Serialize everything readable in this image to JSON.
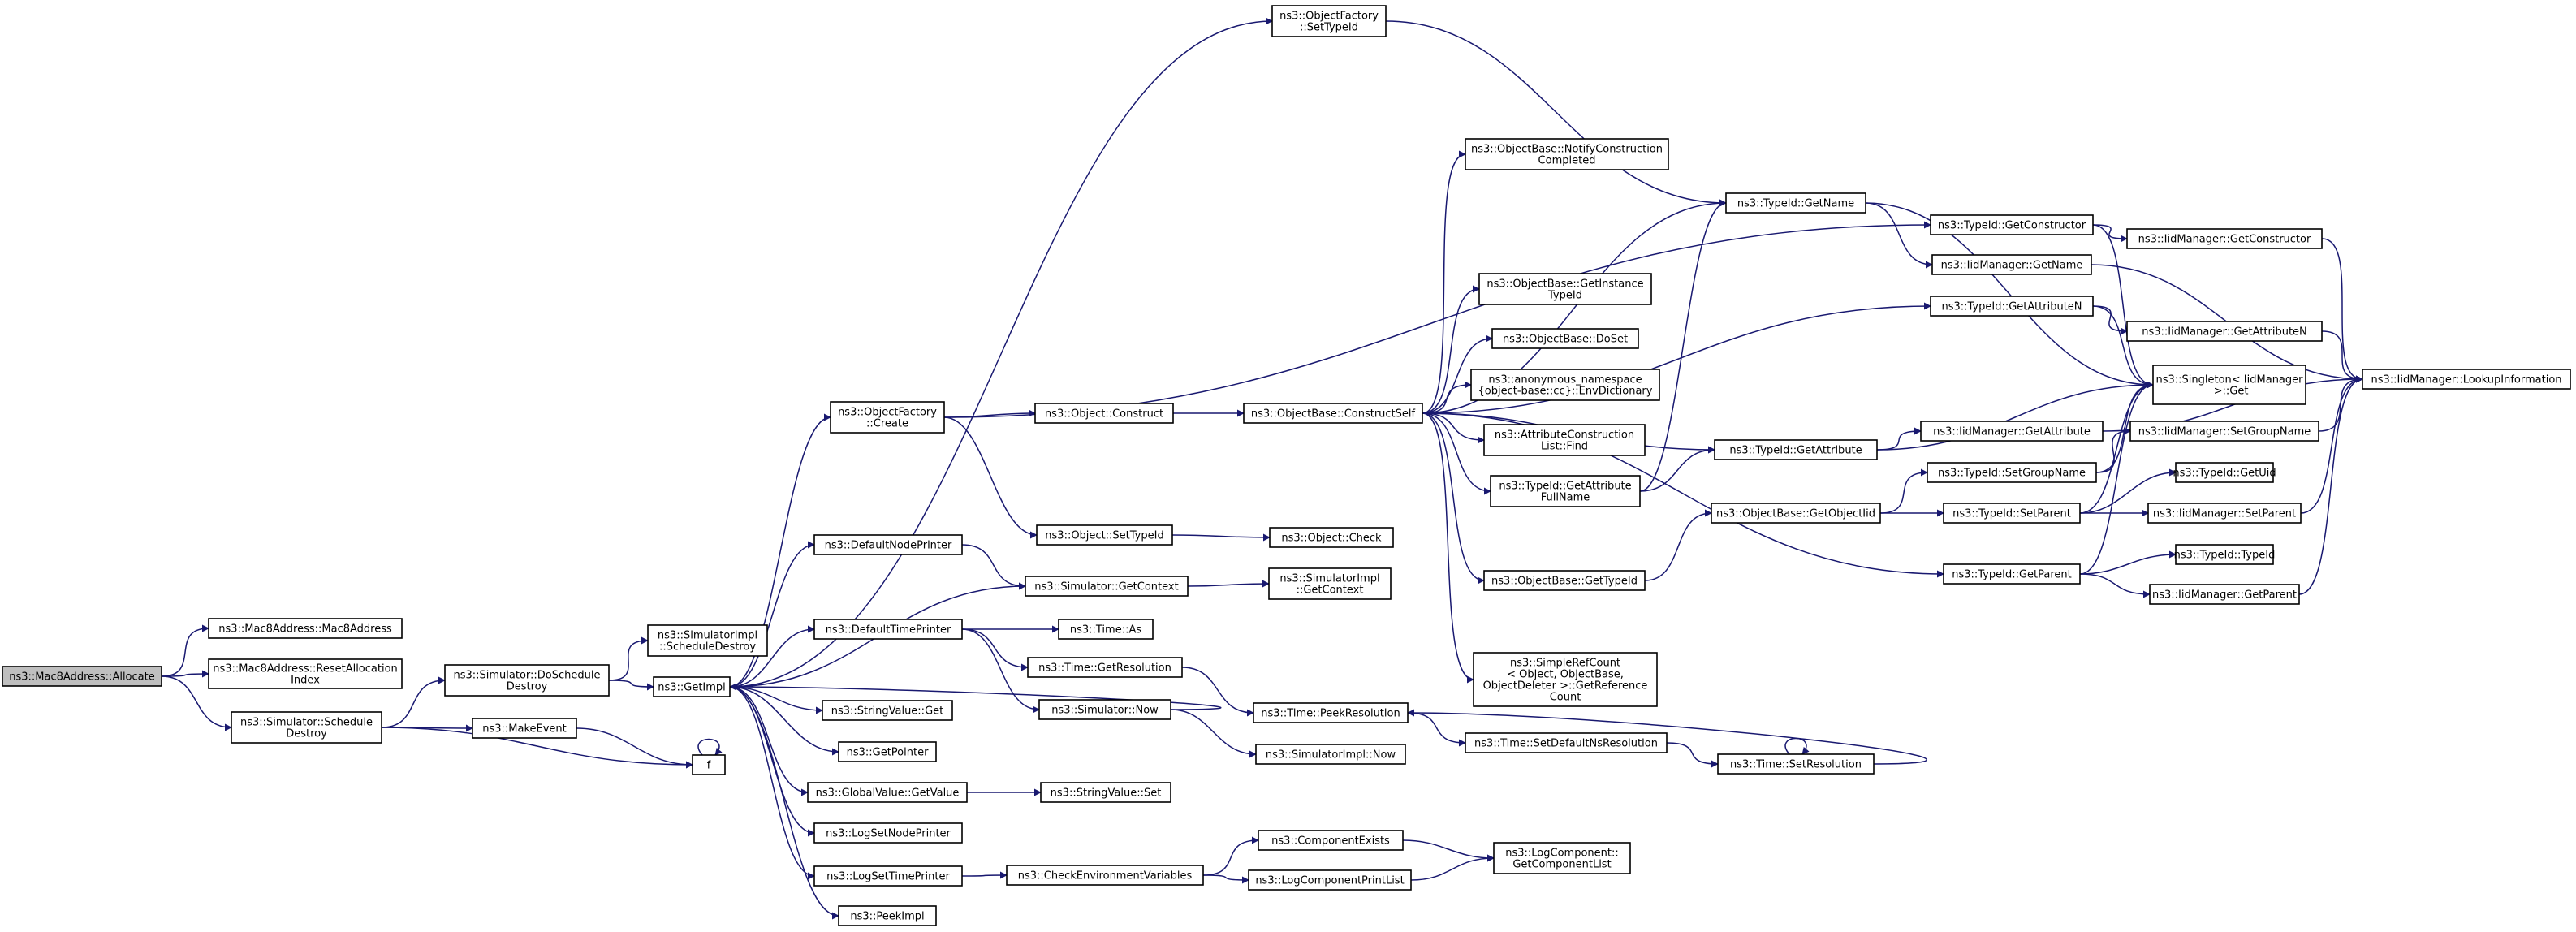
{
  "colors": {
    "edge": "#191970",
    "root_fill": "#bfbfbf",
    "node_fill": "#ffffff",
    "node_border": "#000000"
  },
  "graph": {
    "root": "ns3::Mac8Address::Allocate",
    "nodes": {
      "allocate": [
        "ns3::Mac8Address::Allocate"
      ],
      "mac8": [
        "ns3::Mac8Address::Mac8Address"
      ],
      "resetalloc": [
        "ns3::Mac8Address::ResetAllocation",
        "Index"
      ],
      "schedDestroy": [
        "ns3::Simulator::Schedule",
        "Destroy"
      ],
      "doSchedDestroy": [
        "ns3::Simulator::DoSchedule",
        "Destroy"
      ],
      "makeEvent": [
        "ns3::MakeEvent"
      ],
      "f": [
        "f"
      ],
      "implSchedDestroy": [
        "ns3::SimulatorImpl",
        "::ScheduleDestroy"
      ],
      "getImpl": [
        "ns3::GetImpl"
      ],
      "ofCreate": [
        "ns3::ObjectFactory",
        "::Create"
      ],
      "ofSetTypeId": [
        "ns3::ObjectFactory",
        "::SetTypeId"
      ],
      "defNodePrinter": [
        "ns3::DefaultNodePrinter"
      ],
      "defTimePrinter": [
        "ns3::DefaultTimePrinter"
      ],
      "svGet": [
        "ns3::StringValue::Get"
      ],
      "getPointer": [
        "ns3::GetPointer"
      ],
      "gvGetValue": [
        "ns3::GlobalValue::GetValue"
      ],
      "logSetNode": [
        "ns3::LogSetNodePrinter"
      ],
      "logSetTime": [
        "ns3::LogSetTimePrinter"
      ],
      "peekImpl": [
        "ns3::PeekImpl"
      ],
      "objConstruct": [
        "ns3::Object::Construct"
      ],
      "objSetTypeId": [
        "ns3::Object::SetTypeId"
      ],
      "simGetContext": [
        "ns3::Simulator::GetContext"
      ],
      "timeAs": [
        "ns3::Time::As"
      ],
      "timeGetRes": [
        "ns3::Time::GetResolution"
      ],
      "simNow": [
        "ns3::Simulator::Now"
      ],
      "svSet": [
        "ns3::StringValue::Set"
      ],
      "checkEnv": [
        "ns3::CheckEnvironmentVariables"
      ],
      "obConstructSelf": [
        "ns3::ObjectBase::ConstructSelf"
      ],
      "objCheck": [
        "ns3::Object::Check"
      ],
      "implGetContext": [
        "ns3::SimulatorImpl",
        "::GetContext"
      ],
      "timePeekRes": [
        "ns3::Time::PeekResolution"
      ],
      "implNow": [
        "ns3::SimulatorImpl::Now"
      ],
      "compExists": [
        "ns3::ComponentExists"
      ],
      "logCompPrintList": [
        "ns3::LogComponentPrintList"
      ],
      "obNotify": [
        "ns3::ObjectBase::NotifyConstruction",
        "Completed"
      ],
      "obGetInstTid": [
        "ns3::ObjectBase::GetInstance",
        "TypeId"
      ],
      "obDoSet": [
        "ns3::ObjectBase::DoSet"
      ],
      "anonEnvDict": [
        "ns3::anonymous_namespace",
        "{object-base::cc}::EnvDictionary"
      ],
      "acListFind": [
        "ns3::AttributeConstruction",
        "List::Find"
      ],
      "tidGetAttrFullName": [
        "ns3::TypeId::GetAttribute",
        "FullName"
      ],
      "obGetTypeId": [
        "ns3::ObjectBase::GetTypeId"
      ],
      "srcGetRefCount": [
        "ns3::SimpleRefCount",
        "< Object, ObjectBase,",
        "ObjectDeleter >::GetReference",
        "Count"
      ],
      "timeSetDefaultNs": [
        "ns3::Time::SetDefaultNsResolution"
      ],
      "lcGetCompList": [
        "ns3::LogComponent::",
        "GetComponentList"
      ],
      "tidGetName": [
        "ns3::TypeId::GetName"
      ],
      "tidGetAttribute": [
        "ns3::TypeId::GetAttribute"
      ],
      "obGetObjectIid": [
        "ns3::ObjectBase::GetObjectIid"
      ],
      "timeSetRes": [
        "ns3::Time::SetResolution"
      ],
      "tidGetConstructor": [
        "ns3::TypeId::GetConstructor"
      ],
      "iidGetName": [
        "ns3::IidManager::GetName"
      ],
      "tidGetAttributeN": [
        "ns3::TypeId::GetAttributeN"
      ],
      "iidGetAttribute": [
        "ns3::IidManager::GetAttribute"
      ],
      "tidSetGroupName": [
        "ns3::TypeId::SetGroupName"
      ],
      "tidSetParent": [
        "ns3::TypeId::SetParent"
      ],
      "tidGetParent": [
        "ns3::TypeId::GetParent"
      ],
      "iidGetConstructor": [
        "ns3::IidManager::GetConstructor"
      ],
      "iidGetAttributeN": [
        "ns3::IidManager::GetAttributeN"
      ],
      "singletonGet": [
        "ns3::Singleton< IidManager",
        " >::Get"
      ],
      "iidSetGroupName": [
        "ns3::IidManager::SetGroupName"
      ],
      "tidGetUid": [
        "ns3::TypeId::GetUid"
      ],
      "iidSetParent": [
        "ns3::IidManager::SetParent"
      ],
      "tidTypeId": [
        "ns3::TypeId::TypeId"
      ],
      "iidGetParent": [
        "ns3::IidManager::GetParent"
      ],
      "iidLookup": [
        "ns3::IidManager::LookupInformation"
      ]
    },
    "edges": [
      [
        "allocate",
        "mac8"
      ],
      [
        "allocate",
        "resetalloc"
      ],
      [
        "allocate",
        "schedDestroy"
      ],
      [
        "schedDestroy",
        "doSchedDestroy"
      ],
      [
        "schedDestroy",
        "makeEvent"
      ],
      [
        "schedDestroy",
        "f"
      ],
      [
        "doSchedDestroy",
        "implSchedDestroy"
      ],
      [
        "doSchedDestroy",
        "getImpl"
      ],
      [
        "makeEvent",
        "f"
      ],
      [
        "f",
        "f"
      ],
      [
        "getImpl",
        "ofCreate"
      ],
      [
        "getImpl",
        "ofSetTypeId"
      ],
      [
        "getImpl",
        "defNodePrinter"
      ],
      [
        "getImpl",
        "defTimePrinter"
      ],
      [
        "getImpl",
        "svGet"
      ],
      [
        "getImpl",
        "getPointer"
      ],
      [
        "getImpl",
        "gvGetValue"
      ],
      [
        "getImpl",
        "logSetNode"
      ],
      [
        "getImpl",
        "logSetTime"
      ],
      [
        "getImpl",
        "peekImpl"
      ],
      [
        "getImpl",
        "simGetContext"
      ],
      [
        "ofCreate",
        "objConstruct"
      ],
      [
        "ofCreate",
        "objSetTypeId"
      ],
      [
        "ofCreate",
        "tidGetConstructor"
      ],
      [
        "ofSetTypeId",
        "tidGetName"
      ],
      [
        "defNodePrinter",
        "simGetContext"
      ],
      [
        "defTimePrinter",
        "timeAs"
      ],
      [
        "defTimePrinter",
        "timeGetRes"
      ],
      [
        "defTimePrinter",
        "simNow"
      ],
      [
        "gvGetValue",
        "svSet"
      ],
      [
        "logSetTime",
        "checkEnv"
      ],
      [
        "objConstruct",
        "obConstructSelf"
      ],
      [
        "objSetTypeId",
        "objCheck"
      ],
      [
        "simGetContext",
        "implGetContext"
      ],
      [
        "timeGetRes",
        "timePeekRes"
      ],
      [
        "simNow",
        "getImpl"
      ],
      [
        "simNow",
        "implNow"
      ],
      [
        "checkEnv",
        "compExists"
      ],
      [
        "checkEnv",
        "logCompPrintList"
      ],
      [
        "obConstructSelf",
        "obNotify"
      ],
      [
        "obConstructSelf",
        "tidGetName"
      ],
      [
        "obConstructSelf",
        "tidGetAttributeN"
      ],
      [
        "obConstructSelf",
        "obGetInstTid"
      ],
      [
        "obConstructSelf",
        "obDoSet"
      ],
      [
        "obConstructSelf",
        "anonEnvDict"
      ],
      [
        "obConstructSelf",
        "acListFind"
      ],
      [
        "obConstructSelf",
        "tidGetAttrFullName"
      ],
      [
        "obConstructSelf",
        "tidGetAttribute"
      ],
      [
        "obConstructSelf",
        "obGetTypeId"
      ],
      [
        "obConstructSelf",
        "tidGetParent"
      ],
      [
        "obConstructSelf",
        "srcGetRefCount"
      ],
      [
        "timePeekRes",
        "timeSetDefaultNs"
      ],
      [
        "compExists",
        "lcGetCompList"
      ],
      [
        "logCompPrintList",
        "lcGetCompList"
      ],
      [
        "tidGetAttrFullName",
        "tidGetName"
      ],
      [
        "tidGetAttrFullName",
        "tidGetAttribute"
      ],
      [
        "obGetTypeId",
        "obGetObjectIid"
      ],
      [
        "timeSetDefaultNs",
        "timeSetRes"
      ],
      [
        "timeSetRes",
        "timeSetRes"
      ],
      [
        "timeSetRes",
        "timePeekRes"
      ],
      [
        "tidGetName",
        "iidGetName"
      ],
      [
        "tidGetName",
        "singletonGet"
      ],
      [
        "tidGetAttribute",
        "iidGetAttribute"
      ],
      [
        "tidGetAttribute",
        "singletonGet"
      ],
      [
        "obGetObjectIid",
        "tidSetGroupName"
      ],
      [
        "obGetObjectIid",
        "tidSetParent"
      ],
      [
        "tidGetConstructor",
        "iidGetConstructor"
      ],
      [
        "tidGetConstructor",
        "singletonGet"
      ],
      [
        "iidGetName",
        "iidLookup"
      ],
      [
        "tidGetAttributeN",
        "iidGetAttributeN"
      ],
      [
        "tidGetAttributeN",
        "singletonGet"
      ],
      [
        "iidGetAttribute",
        "iidLookup"
      ],
      [
        "tidSetGroupName",
        "iidSetGroupName"
      ],
      [
        "tidSetGroupName",
        "singletonGet"
      ],
      [
        "tidSetParent",
        "tidGetUid"
      ],
      [
        "tidSetParent",
        "iidSetParent"
      ],
      [
        "tidSetParent",
        "singletonGet"
      ],
      [
        "tidGetParent",
        "tidTypeId"
      ],
      [
        "tidGetParent",
        "iidGetParent"
      ],
      [
        "tidGetParent",
        "singletonGet"
      ],
      [
        "iidGetConstructor",
        "iidLookup"
      ],
      [
        "iidGetAttributeN",
        "iidLookup"
      ],
      [
        "iidSetGroupName",
        "iidLookup"
      ],
      [
        "iidSetParent",
        "iidLookup"
      ],
      [
        "iidGetParent",
        "iidLookup"
      ]
    ]
  }
}
